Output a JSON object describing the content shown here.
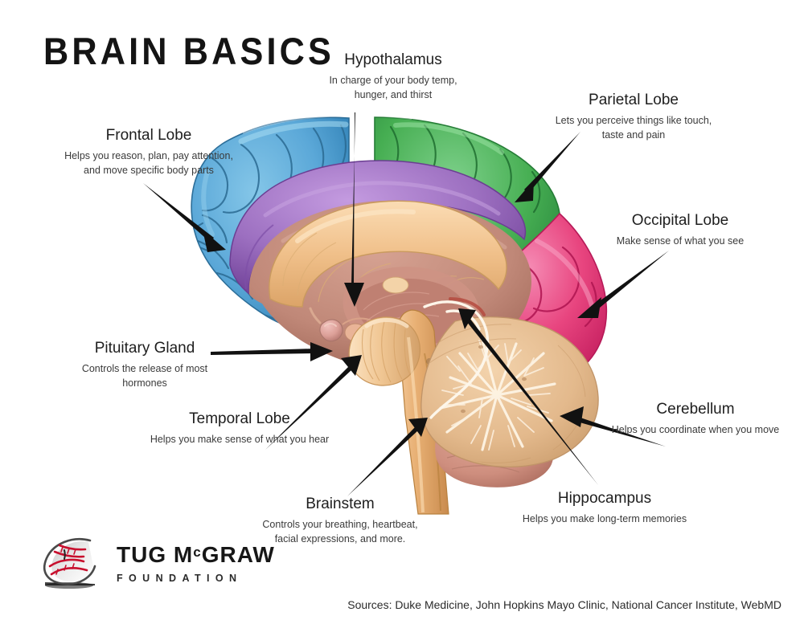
{
  "title": "BRAIN BASICS",
  "colors": {
    "frontal_lobe": "#5BA8D8",
    "parietal_lobe": "#4CAF50",
    "occipital_lobe": "#E8457F",
    "limbic_band": "#9C6FC0",
    "corpus_callosum": "#F0C08A",
    "midbrain": "#C08878",
    "cerebellum": "#E8BE92",
    "brainstem": "#E0A56A",
    "arrow": "#111111",
    "text": "#1e1e1e",
    "logo_stitch": "#C8102E"
  },
  "callouts": [
    {
      "id": "hypothalamus",
      "title": "Hypothalamus",
      "desc_lines": [
        "In charge of your body temp,",
        "hunger, and thirst"
      ]
    },
    {
      "id": "frontal-lobe",
      "title": "Frontal Lobe",
      "desc_lines": [
        "Helps you reason, plan, pay attention,",
        "and move specific body parts"
      ]
    },
    {
      "id": "parietal-lobe",
      "title": "Parietal Lobe",
      "desc_lines": [
        "Lets you perceive things like touch,",
        "taste and pain"
      ]
    },
    {
      "id": "occipital-lobe",
      "title": "Occipital Lobe",
      "desc_lines": [
        "Make sense of what you see"
      ]
    },
    {
      "id": "cerebellum",
      "title": "Cerebellum",
      "desc_lines": [
        "Helps you coordinate when you move"
      ]
    },
    {
      "id": "hippocampus",
      "title": "Hippocampus",
      "desc_lines": [
        "Helps you make long-term memories"
      ]
    },
    {
      "id": "pituitary-gland",
      "title": "Pituitary Gland",
      "desc_lines": [
        "Controls the release of most",
        "hormones"
      ]
    },
    {
      "id": "temporal-lobe",
      "title": "Temporal Lobe",
      "desc_lines": [
        "Helps you make sense of what you hear"
      ]
    },
    {
      "id": "brainstem",
      "title": "Brainstem",
      "desc_lines": [
        "Controls your breathing, heartbeat,",
        "facial expressions, and more."
      ]
    }
  ],
  "logo": {
    "name_primary": "TUG  M",
    "name_sup": "c",
    "name_secondary": "GRAW",
    "subtitle": "FOUNDATION"
  },
  "footer": {
    "sources": "Sources: Duke Medicine, John Hopkins Mayo Clinic, National Cancer Institute, WebMD"
  }
}
